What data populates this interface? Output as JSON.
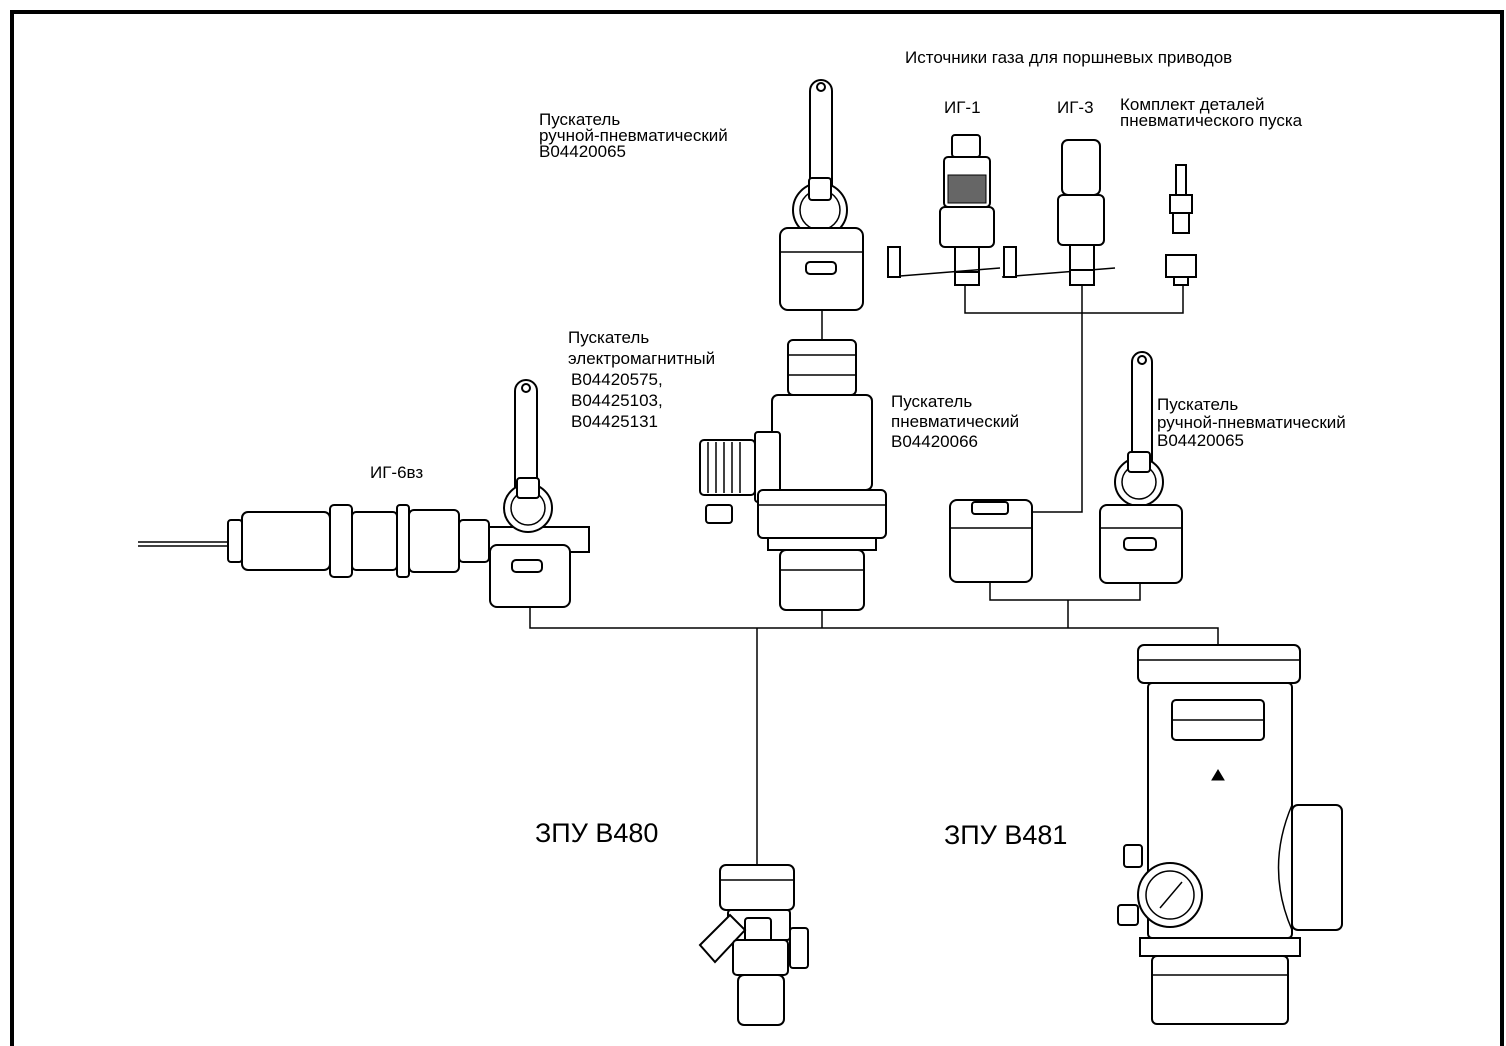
{
  "title_sources": "Источники газа для поршневых приводов",
  "labels": {
    "ig1": "ИГ-1",
    "ig3": "ИГ-3",
    "kit": [
      "Комплект деталей",
      "пневматического пуска"
    ],
    "manual_top": [
      "Пускатель",
      "ручной-пневматический",
      "В04420065"
    ],
    "electro": [
      "Пускатель",
      "электромагнитный",
      "В04420575,",
      "В04425103,",
      "В04425131"
    ],
    "pneumatic": [
      "Пускатель",
      "пневматический",
      "В04420066"
    ],
    "manual_right": [
      "Пускатель",
      "ручной-пневматический",
      "В04420065"
    ],
    "ig6": "ИГ-6вз",
    "zpu480": "ЗПУ В480",
    "zpu481": "ЗПУ В481"
  },
  "colors": {
    "line": "#000000",
    "background": "#ffffff"
  }
}
